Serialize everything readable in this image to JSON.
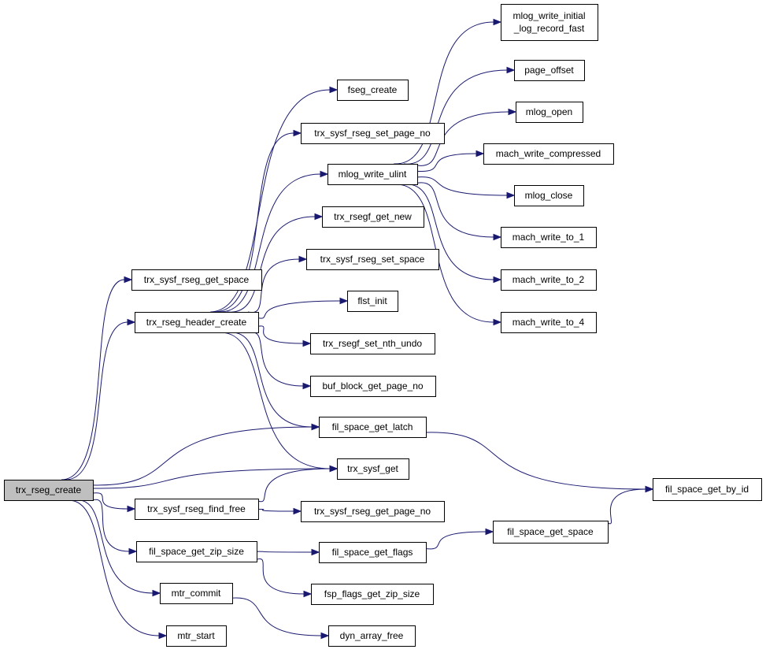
{
  "nodes": [
    {
      "id": "trx_rseg_create",
      "lines": [
        "trx_rseg_create"
      ],
      "root": true
    },
    {
      "id": "trx_sysf_rseg_get_space",
      "lines": [
        "trx_sysf_rseg_get_space"
      ]
    },
    {
      "id": "trx_rseg_header_create",
      "lines": [
        "trx_rseg_header_create"
      ]
    },
    {
      "id": "trx_sysf_rseg_find_free",
      "lines": [
        "trx_sysf_rseg_find_free"
      ]
    },
    {
      "id": "fil_space_get_zip_size",
      "lines": [
        "fil_space_get_zip_size"
      ]
    },
    {
      "id": "mtr_commit",
      "lines": [
        "mtr_commit"
      ]
    },
    {
      "id": "mtr_start",
      "lines": [
        "mtr_start"
      ]
    },
    {
      "id": "fseg_create",
      "lines": [
        "fseg_create"
      ]
    },
    {
      "id": "trx_sysf_rseg_set_page_no",
      "lines": [
        "trx_sysf_rseg_set_page_no"
      ]
    },
    {
      "id": "mlog_write_ulint",
      "lines": [
        "mlog_write_ulint"
      ]
    },
    {
      "id": "trx_rsegf_get_new",
      "lines": [
        "trx_rsegf_get_new"
      ]
    },
    {
      "id": "trx_sysf_rseg_set_space",
      "lines": [
        "trx_sysf_rseg_set_space"
      ]
    },
    {
      "id": "flst_init",
      "lines": [
        "flst_init"
      ]
    },
    {
      "id": "trx_rsegf_set_nth_undo",
      "lines": [
        "trx_rsegf_set_nth_undo"
      ]
    },
    {
      "id": "buf_block_get_page_no",
      "lines": [
        "buf_block_get_page_no"
      ]
    },
    {
      "id": "fil_space_get_latch",
      "lines": [
        "fil_space_get_latch"
      ]
    },
    {
      "id": "trx_sysf_get",
      "lines": [
        "trx_sysf_get"
      ]
    },
    {
      "id": "trx_sysf_rseg_get_page_no",
      "lines": [
        "trx_sysf_rseg_get_page_no"
      ]
    },
    {
      "id": "fil_space_get_flags",
      "lines": [
        "fil_space_get_flags"
      ]
    },
    {
      "id": "fsp_flags_get_zip_size",
      "lines": [
        "fsp_flags_get_zip_size"
      ]
    },
    {
      "id": "dyn_array_free",
      "lines": [
        "dyn_array_free"
      ]
    },
    {
      "id": "mlog_write_initial_log_record_fast",
      "lines": [
        "mlog_write_initial",
        "_log_record_fast"
      ]
    },
    {
      "id": "page_offset",
      "lines": [
        "page_offset"
      ]
    },
    {
      "id": "mlog_open",
      "lines": [
        "mlog_open"
      ]
    },
    {
      "id": "mach_write_compressed",
      "lines": [
        "mach_write_compressed"
      ]
    },
    {
      "id": "mlog_close",
      "lines": [
        "mlog_close"
      ]
    },
    {
      "id": "mach_write_to_1",
      "lines": [
        "mach_write_to_1"
      ]
    },
    {
      "id": "mach_write_to_2",
      "lines": [
        "mach_write_to_2"
      ]
    },
    {
      "id": "mach_write_to_4",
      "lines": [
        "mach_write_to_4"
      ]
    },
    {
      "id": "fil_space_get_by_id",
      "lines": [
        "fil_space_get_by_id"
      ]
    },
    {
      "id": "fil_space_get_space",
      "lines": [
        "fil_space_get_space"
      ]
    }
  ],
  "edges": [
    {
      "from": "trx_rseg_create",
      "to": "trx_sysf_rseg_get_space"
    },
    {
      "from": "trx_rseg_create",
      "to": "trx_rseg_header_create"
    },
    {
      "from": "trx_rseg_create",
      "to": "fil_space_get_latch"
    },
    {
      "from": "trx_rseg_create",
      "to": "trx_sysf_get"
    },
    {
      "from": "trx_rseg_create",
      "to": "trx_sysf_rseg_find_free"
    },
    {
      "from": "trx_rseg_create",
      "to": "fil_space_get_zip_size"
    },
    {
      "from": "trx_rseg_create",
      "to": "mtr_commit"
    },
    {
      "from": "trx_rseg_create",
      "to": "mtr_start"
    },
    {
      "from": "trx_rseg_header_create",
      "to": "fseg_create"
    },
    {
      "from": "trx_rseg_header_create",
      "to": "trx_sysf_rseg_set_page_no"
    },
    {
      "from": "trx_rseg_header_create",
      "to": "mlog_write_ulint"
    },
    {
      "from": "trx_rseg_header_create",
      "to": "trx_rsegf_get_new"
    },
    {
      "from": "trx_rseg_header_create",
      "to": "trx_sysf_rseg_set_space"
    },
    {
      "from": "trx_rseg_header_create",
      "to": "flst_init"
    },
    {
      "from": "trx_rseg_header_create",
      "to": "trx_rsegf_set_nth_undo"
    },
    {
      "from": "trx_rseg_header_create",
      "to": "buf_block_get_page_no"
    },
    {
      "from": "trx_rseg_header_create",
      "to": "fil_space_get_latch"
    },
    {
      "from": "trx_rseg_header_create",
      "to": "trx_sysf_get"
    },
    {
      "from": "trx_sysf_rseg_find_free",
      "to": "trx_sysf_get"
    },
    {
      "from": "trx_sysf_rseg_find_free",
      "to": "trx_sysf_rseg_get_page_no"
    },
    {
      "from": "fil_space_get_zip_size",
      "to": "fil_space_get_flags"
    },
    {
      "from": "fil_space_get_zip_size",
      "to": "fsp_flags_get_zip_size"
    },
    {
      "from": "mtr_commit",
      "to": "dyn_array_free"
    },
    {
      "from": "mlog_write_ulint",
      "to": "mlog_write_initial_log_record_fast"
    },
    {
      "from": "mlog_write_ulint",
      "to": "page_offset"
    },
    {
      "from": "mlog_write_ulint",
      "to": "mlog_open"
    },
    {
      "from": "mlog_write_ulint",
      "to": "mach_write_compressed"
    },
    {
      "from": "mlog_write_ulint",
      "to": "mlog_close"
    },
    {
      "from": "mlog_write_ulint",
      "to": "mach_write_to_1"
    },
    {
      "from": "mlog_write_ulint",
      "to": "mach_write_to_2"
    },
    {
      "from": "mlog_write_ulint",
      "to": "mach_write_to_4"
    },
    {
      "from": "fil_space_get_latch",
      "to": "fil_space_get_by_id"
    },
    {
      "from": "fil_space_get_flags",
      "to": "fil_space_get_space"
    },
    {
      "from": "fil_space_get_space",
      "to": "fil_space_get_by_id"
    }
  ],
  "colors": {
    "edge": "#191970",
    "root_fill": "#bfbfbf",
    "node_fill": "#ffffff",
    "node_stroke": "#000000"
  }
}
